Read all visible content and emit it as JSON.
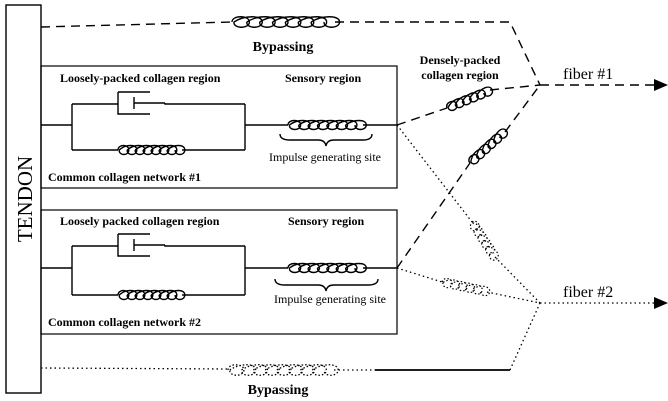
{
  "tendon_label": "TENDON",
  "bypass_top_label": "Bypassing",
  "bypass_bottom_label": "Bypassing",
  "densely_packed_label_line1": "Densely-packed",
  "densely_packed_label_line2": "collagen region",
  "fiber1_label": "fiber #1",
  "fiber2_label": "fiber #2",
  "network1": {
    "loose_label": "Loosely-packed collagen region",
    "sensory_label": "Sensory region",
    "impulse_label": "Impulse generating site",
    "network_label": "Common collagen network #1"
  },
  "network2": {
    "loose_label": "Loosely packed collagen region",
    "sensory_label": "Sensory region",
    "impulse_label": "Impulse generating site",
    "network_label": "Common collagen network #2"
  }
}
